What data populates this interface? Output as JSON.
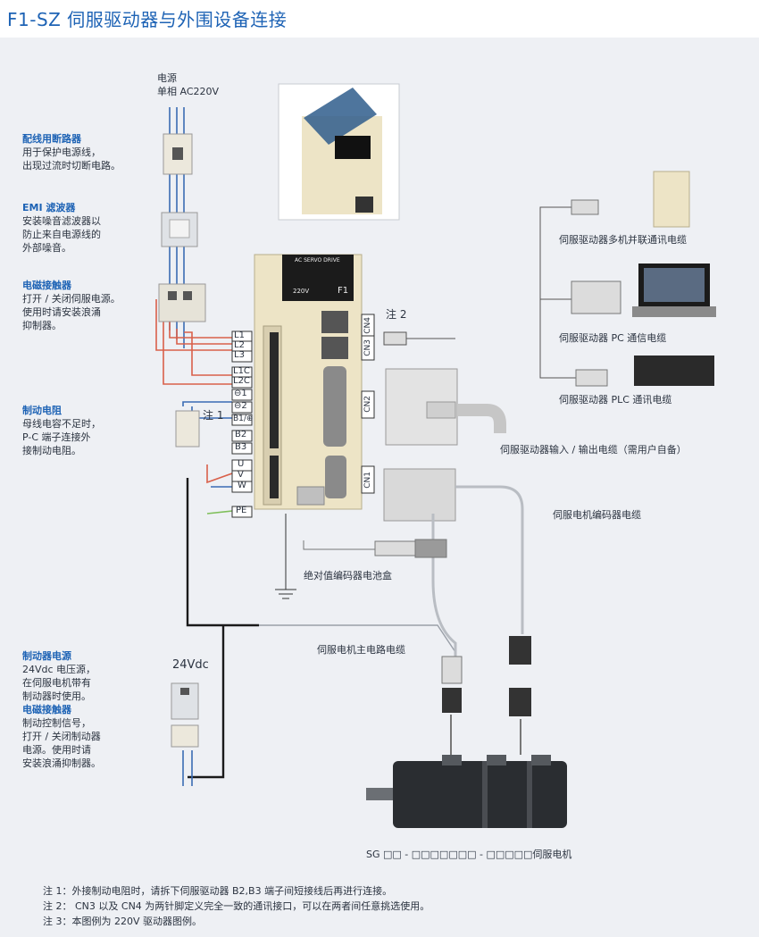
{
  "title": "F1-SZ 伺服驱动器与外围设备连接",
  "power": {
    "line1": "电源",
    "line2": "单相 AC220V"
  },
  "breaker": {
    "head": "配线用断路器",
    "lines": [
      "用于保护电源线，",
      "出现过流时切断电路。"
    ]
  },
  "emi": {
    "head": "EMI 滤波器",
    "lines": [
      "安装噪音滤波器以",
      "防止来自电源线的",
      "外部噪音。"
    ]
  },
  "contactor": {
    "head": "电磁接触器",
    "lines": [
      "打开 / 关闭伺服电源。",
      "使用时请安装浪涌",
      "抑制器。"
    ]
  },
  "resistor": {
    "head": "制动电阻",
    "lines": [
      "母线电容不足时，",
      "P-C 端子连接外",
      "接制动电阻。"
    ]
  },
  "brake_power": {
    "head": "制动器电源",
    "lines": [
      "24Vdc 电压源，",
      "在伺服电机带有",
      "制动器时使用。"
    ]
  },
  "brake_contactor": {
    "head": "电磁接触器",
    "lines": [
      "制动控制信号，",
      "打开 / 关闭制动器",
      "电源。使用时请",
      "安装浪涌抑制器。"
    ]
  },
  "vdc": "24Vdc",
  "terminals": [
    "L1",
    "L2",
    "L3",
    "L1C",
    "L2C",
    "⊖1",
    "⊖2",
    "B1/⊕",
    "B2",
    "B3",
    "U",
    "V",
    "W",
    "PE"
  ],
  "ports": [
    "CN3",
    "CN4",
    "CN2",
    "CN1"
  ],
  "drive_face": {
    "top": "AC SERVO DRIVE",
    "volt": "220V",
    "model": "F1"
  },
  "note_tags": {
    "n1": "注 1",
    "n2": "注 2"
  },
  "captions": {
    "multi": "伺服驱动器多机并联通讯电缆",
    "pc": "伺服驱动器 PC 通信电缆",
    "plc": "伺服驱动器 PLC 通讯电缆",
    "io": "伺服驱动器输入 / 输出电缆（需用户自备）",
    "encoder": "伺服电机编码器电缆",
    "battery": "绝对值编码器电池盒",
    "main": "伺服电机主电路电缆",
    "motor": "SG □□ - □□□□□□□ - □□□□□伺服电机"
  },
  "notes": [
    "注 1：外接制动电阻时，请拆下伺服驱动器 B2,B3 端子间短接线后再进行连接。",
    "注 2： CN3 以及 CN4 为两针脚定义完全一致的通讯接口，可以在两者间任意挑选使用。",
    "注 3：本图例为 220V 驱动器图例。"
  ],
  "colors": {
    "title": "#1e63b5",
    "wire_red": "#d9604a",
    "wire_blue": "#3a6bb3",
    "wire_green": "#7fbf5a",
    "drive_body": "#ede4c6"
  }
}
